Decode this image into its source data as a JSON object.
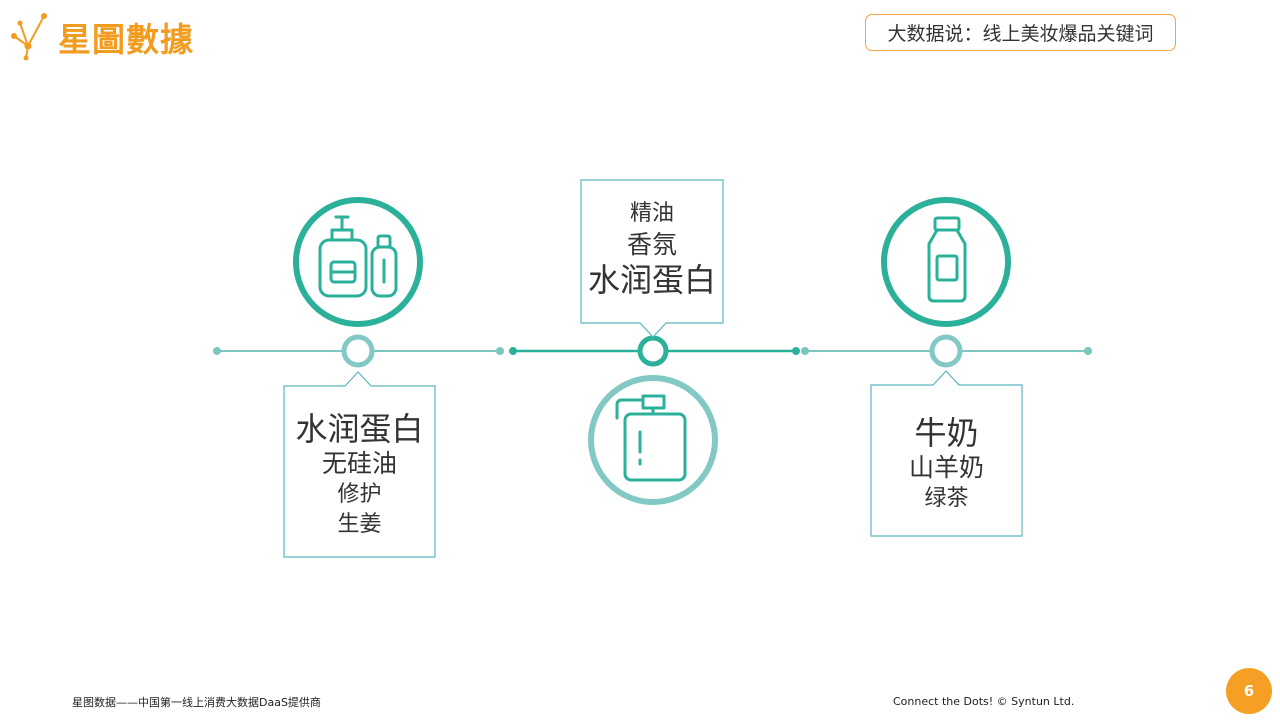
{
  "header": {
    "logo_text": "星圖數據",
    "title": "大数据说：线上美妆爆品关键词"
  },
  "colors": {
    "accent_orange": "#f29c1f",
    "teal_dark": "#2bb09a",
    "teal_light": "#82c8c4",
    "line": "#7cc6c0"
  },
  "panels": [
    {
      "icon": "pump-bottles-icon",
      "keywords": [
        "水润蛋白",
        "无硅油",
        "修护",
        "生姜"
      ]
    },
    {
      "icon": "dispenser-bottle-icon",
      "keywords": [
        "精油",
        "香氛",
        "水润蛋白"
      ]
    },
    {
      "icon": "small-bottle-icon",
      "keywords": [
        "牛奶",
        "山羊奶",
        "绿茶"
      ]
    }
  ],
  "footer": {
    "left": "星图数据——中国第一线上消费大数据DaaS提供商",
    "right": "Connect the Dots!  © Syntun Ltd.",
    "page": "6"
  }
}
